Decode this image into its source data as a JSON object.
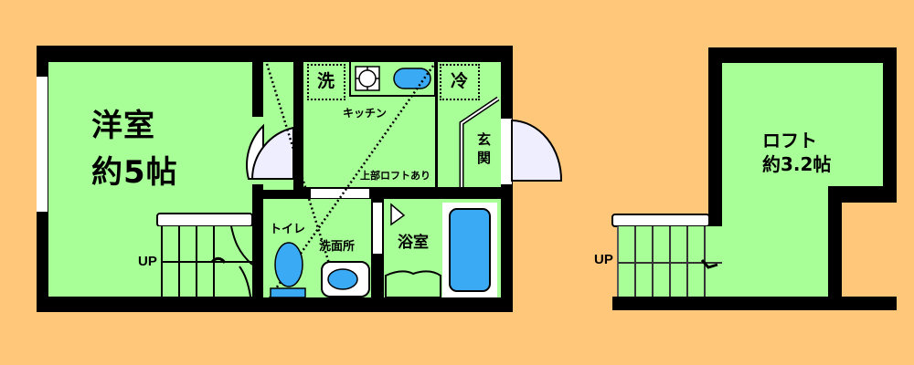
{
  "plan": {
    "colors": {
      "background": "#FFC77A",
      "room": "#A8FF98",
      "wall": "#000000",
      "fixture": "#3BAAF5",
      "door": "#FFFFFF"
    },
    "main_floor": {
      "western_room": {
        "name": "洋室",
        "size": "約5帖"
      },
      "kitchen": {
        "label": "キッチン",
        "washer_label": "洗",
        "fridge_label": "冷",
        "loft_note": "上部ロフトあり"
      },
      "entrance": {
        "label_line1": "玄",
        "label_line2": "関"
      },
      "toilet": {
        "label": "トイレ"
      },
      "washroom": {
        "label": "洗面所"
      },
      "bathroom": {
        "label": "浴室"
      },
      "stairs": {
        "label": "UP"
      }
    },
    "loft_floor": {
      "loft": {
        "name": "ロフト",
        "size": "約3.2帖"
      },
      "stairs": {
        "label": "UP"
      }
    }
  }
}
